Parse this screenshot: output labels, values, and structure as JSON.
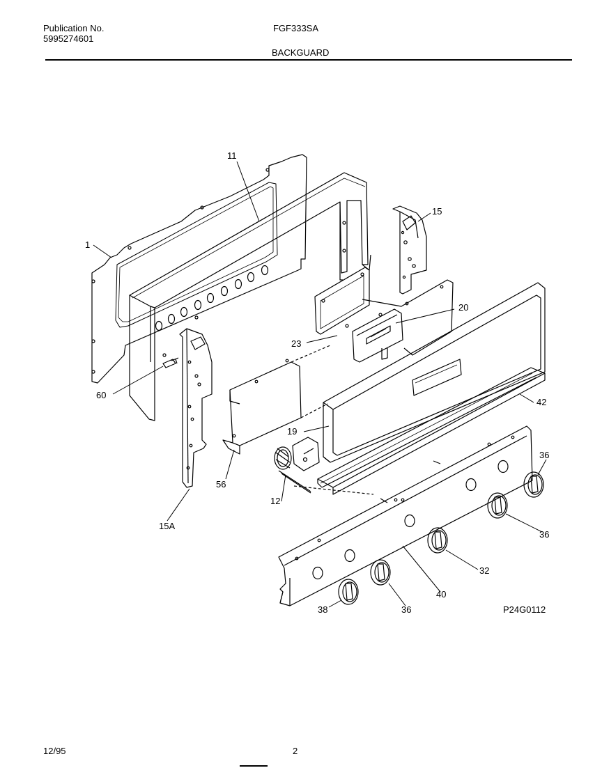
{
  "header": {
    "publication_label": "Publication No.",
    "publication_number": "5995274601",
    "model": "FGF333SA",
    "section_title": "BACKGUARD"
  },
  "diagram": {
    "callouts": {
      "c1": "1",
      "c11": "11",
      "c15": "15",
      "c20": "20",
      "c23": "23",
      "c42": "42",
      "c60": "60",
      "c19": "19",
      "c56": "56",
      "c12": "12",
      "c15a": "15A",
      "c36a": "36",
      "c36b": "36",
      "c32": "32",
      "c40": "40",
      "c38": "38",
      "c36c": "36"
    },
    "drawing_id": "P24G0112"
  },
  "footer": {
    "date": "12/95",
    "page": "2"
  }
}
